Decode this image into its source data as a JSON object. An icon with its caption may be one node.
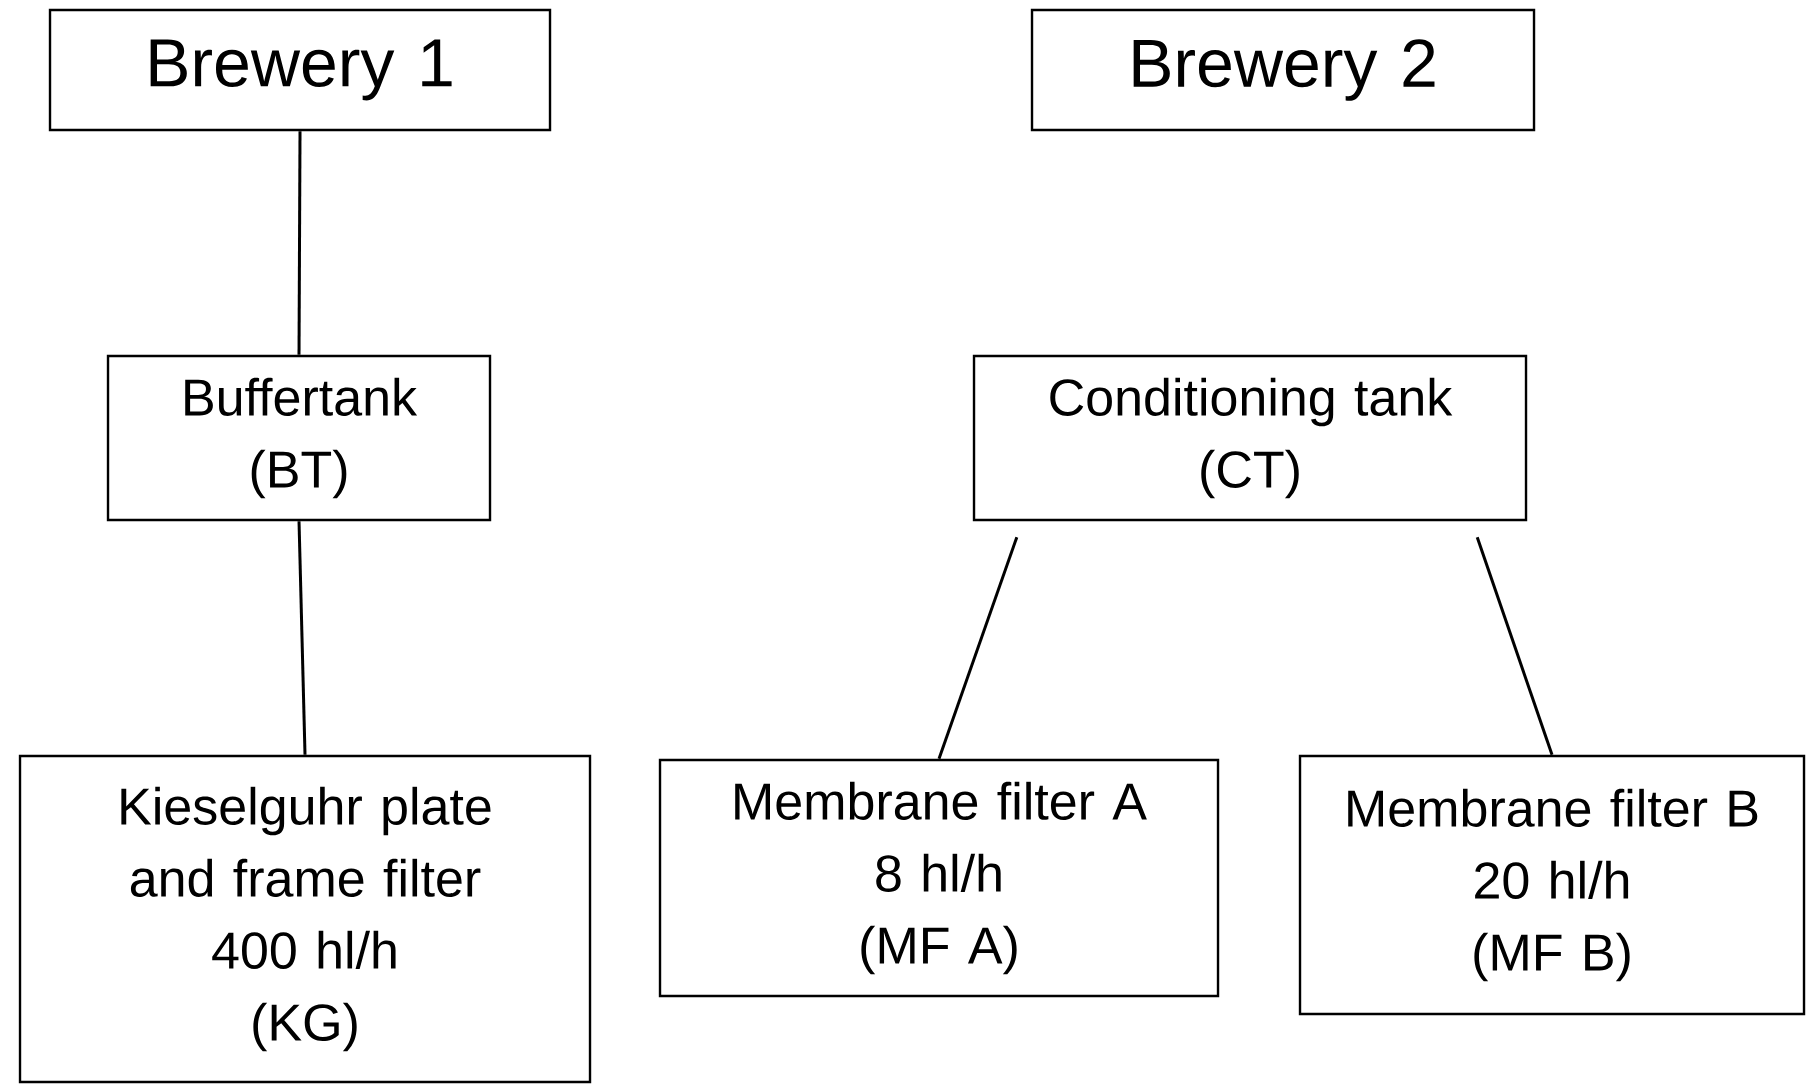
{
  "diagram": {
    "nodes": [
      {
        "text": [
          "Brewery 1"
        ]
      },
      {
        "text": [
          "Brewery 2"
        ]
      },
      {
        "text": [
          "Buffertank",
          "(BT)"
        ]
      },
      {
        "text": [
          "Conditioning tank",
          "(CT)"
        ]
      },
      {
        "text": [
          "Kieselguhr plate and frame filter",
          "400 hl/h",
          "(KG)"
        ]
      },
      {
        "text": [
          "Membrane filter A",
          "8 hl/h",
          "(MF A)"
        ]
      },
      {
        "text": [
          "Membrane filter B",
          "20 hl/h",
          "(MF B)"
        ]
      }
    ],
    "edges": [
      {
        "from": 0,
        "to": 2,
        "arrow": "none"
      },
      {
        "from": 2,
        "to": 4,
        "arrow": "none"
      },
      {
        "from": 3,
        "to": 5,
        "arrow": "none"
      },
      {
        "from": 3,
        "to": 6,
        "arrow": "none"
      }
    ]
  }
}
